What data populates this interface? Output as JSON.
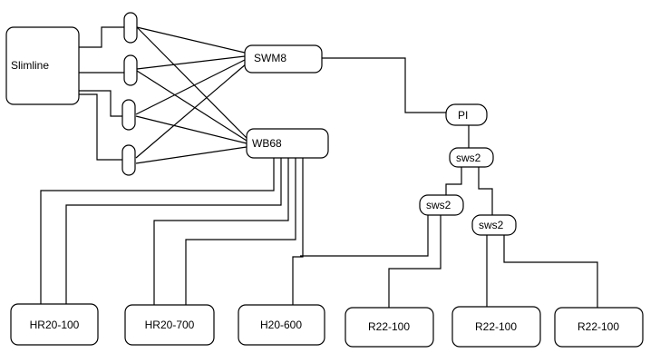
{
  "nodes": {
    "slimline": "Slimline",
    "swm8": "SWM8",
    "wb68": "WB68",
    "pi": "PI",
    "sws2_top": "sws2",
    "sws2_left": "sws2",
    "sws2_right": "sws2",
    "hr20_100": "HR20-100",
    "hr20_700": "HR20-700",
    "h20_600": "H20-600",
    "r22_100_a": "R22-100",
    "r22_100_b": "R22-100",
    "r22_100_c": "R22-100"
  }
}
